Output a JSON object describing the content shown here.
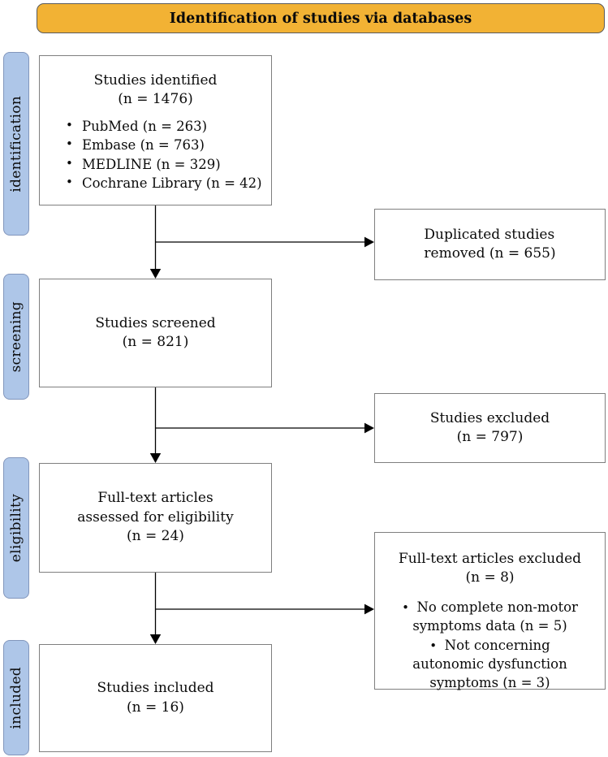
{
  "banner": {
    "title": "Identification of studies via databases"
  },
  "stages": [
    {
      "label": "identification"
    },
    {
      "label": "screening"
    },
    {
      "label": "eligibility"
    },
    {
      "label": "included"
    }
  ],
  "main_boxes": [
    {
      "lines": [
        "Studies identified",
        "(n = 1476)"
      ],
      "bullets": [
        "PubMed (n = 263)",
        "Embase (n = 763)",
        "MEDLINE (n = 329)",
        "Cochrane Library (n = 42)"
      ]
    },
    {
      "lines": [
        "Studies screened",
        "(n = 821)"
      ]
    },
    {
      "lines": [
        "Full-text articles",
        "assessed for eligibility",
        "(n = 24)"
      ]
    },
    {
      "lines": [
        "Studies included",
        "(n = 16)"
      ]
    }
  ],
  "side_boxes": [
    {
      "lines": [
        "Duplicated studies",
        "removed (n = 655)"
      ]
    },
    {
      "lines": [
        "Studies excluded",
        "(n = 797)"
      ]
    },
    {
      "lines": [
        "Full-text articles excluded",
        "(n = 8)"
      ],
      "bullets": [
        "No complete non-motor symptoms data (n = 5)",
        "Not concerning autonomic dysfunction symptoms (n = 3)"
      ]
    }
  ],
  "colors": {
    "banner_fill": "#F2B234",
    "stage_fill": "#AEC6E8",
    "stage_border": "#8296BC",
    "box_border": "#7F7F7F",
    "arrow": "#000000"
  }
}
